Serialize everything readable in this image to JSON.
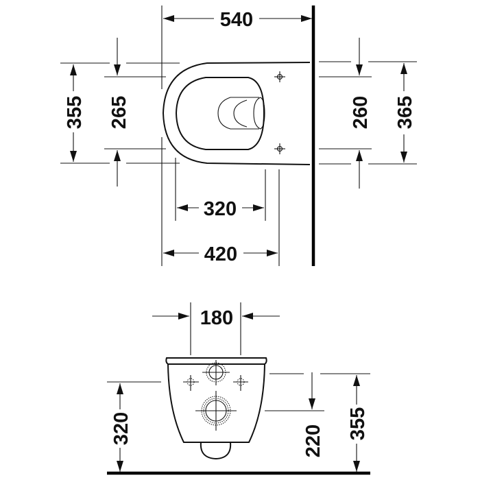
{
  "drawing": {
    "title": "Wall-hung toilet dimension drawing",
    "units": "mm",
    "colors": {
      "line": "#111111",
      "background": "#ffffff"
    }
  },
  "top_view": {
    "dimensions": {
      "overall_depth": "540",
      "left_outer_height": "355",
      "left_inner_height": "265",
      "right_inner_height": "260",
      "right_outer_height": "365",
      "seat_opening_depth": "320",
      "fixing_depth": "420"
    }
  },
  "front_view": {
    "dimensions": {
      "top_width": "180",
      "left_height": "320",
      "inlet_height": "220",
      "right_height": "355"
    }
  }
}
